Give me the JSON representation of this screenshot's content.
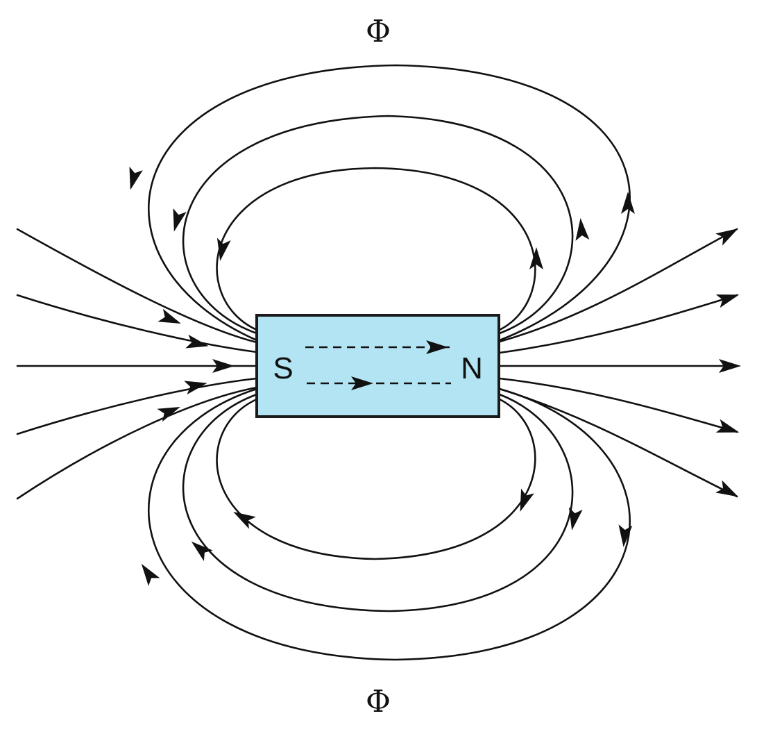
{
  "flux_labels": {
    "top": "Φ",
    "bottom": "Φ"
  },
  "magnet": {
    "south_label": "S",
    "north_label": "N",
    "fill_color": "#b3e4f3",
    "border_color": "#1a1a1a"
  },
  "line_color": "#111111",
  "background_color": "#ffffff"
}
